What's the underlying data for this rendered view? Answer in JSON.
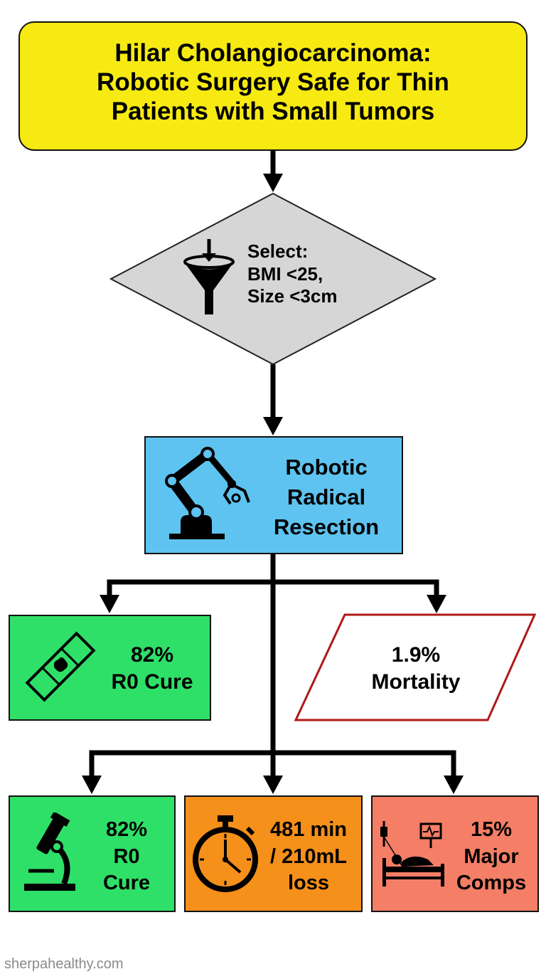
{
  "title": {
    "lines": [
      "Hilar Cholangiocarcinoma:",
      "Robotic Surgery Safe for Thin",
      "Patients with Small Tumors"
    ]
  },
  "selection": {
    "lines": [
      "Select:",
      "BMI <25,",
      "Size <3cm"
    ],
    "icon": "funnel-icon"
  },
  "procedure": {
    "lines": [
      "Robotic",
      "Radical",
      "Resection"
    ],
    "icon": "robot-arm-icon"
  },
  "outcomes_top": {
    "r0": {
      "lines": [
        "82%",
        "R0 Cure"
      ],
      "icon": "specimen-slide-icon"
    },
    "mortality": {
      "lines": [
        "1.9%",
        "Mortality"
      ]
    }
  },
  "outcomes_bottom": {
    "r0": {
      "lines": [
        "82%",
        "R0",
        "Cure"
      ],
      "icon": "microscope-icon"
    },
    "time": {
      "lines": [
        "481 min",
        "/ 210mL",
        "loss"
      ],
      "icon": "stopwatch-icon"
    },
    "complications": {
      "lines": [
        "15%",
        "Major",
        "Comps"
      ],
      "icon": "hospital-bed-icon"
    }
  },
  "footer": {
    "text": "sherpahealthy.com"
  },
  "colors": {
    "title_bg": "#f7ea12",
    "diamond_bg": "#d6d6d6",
    "procedure_bg": "#5ec3f0",
    "success_bg": "#2fe068",
    "time_bg": "#f5901a",
    "complication_bg": "#f57e66",
    "mortality_border": "#b01818"
  }
}
